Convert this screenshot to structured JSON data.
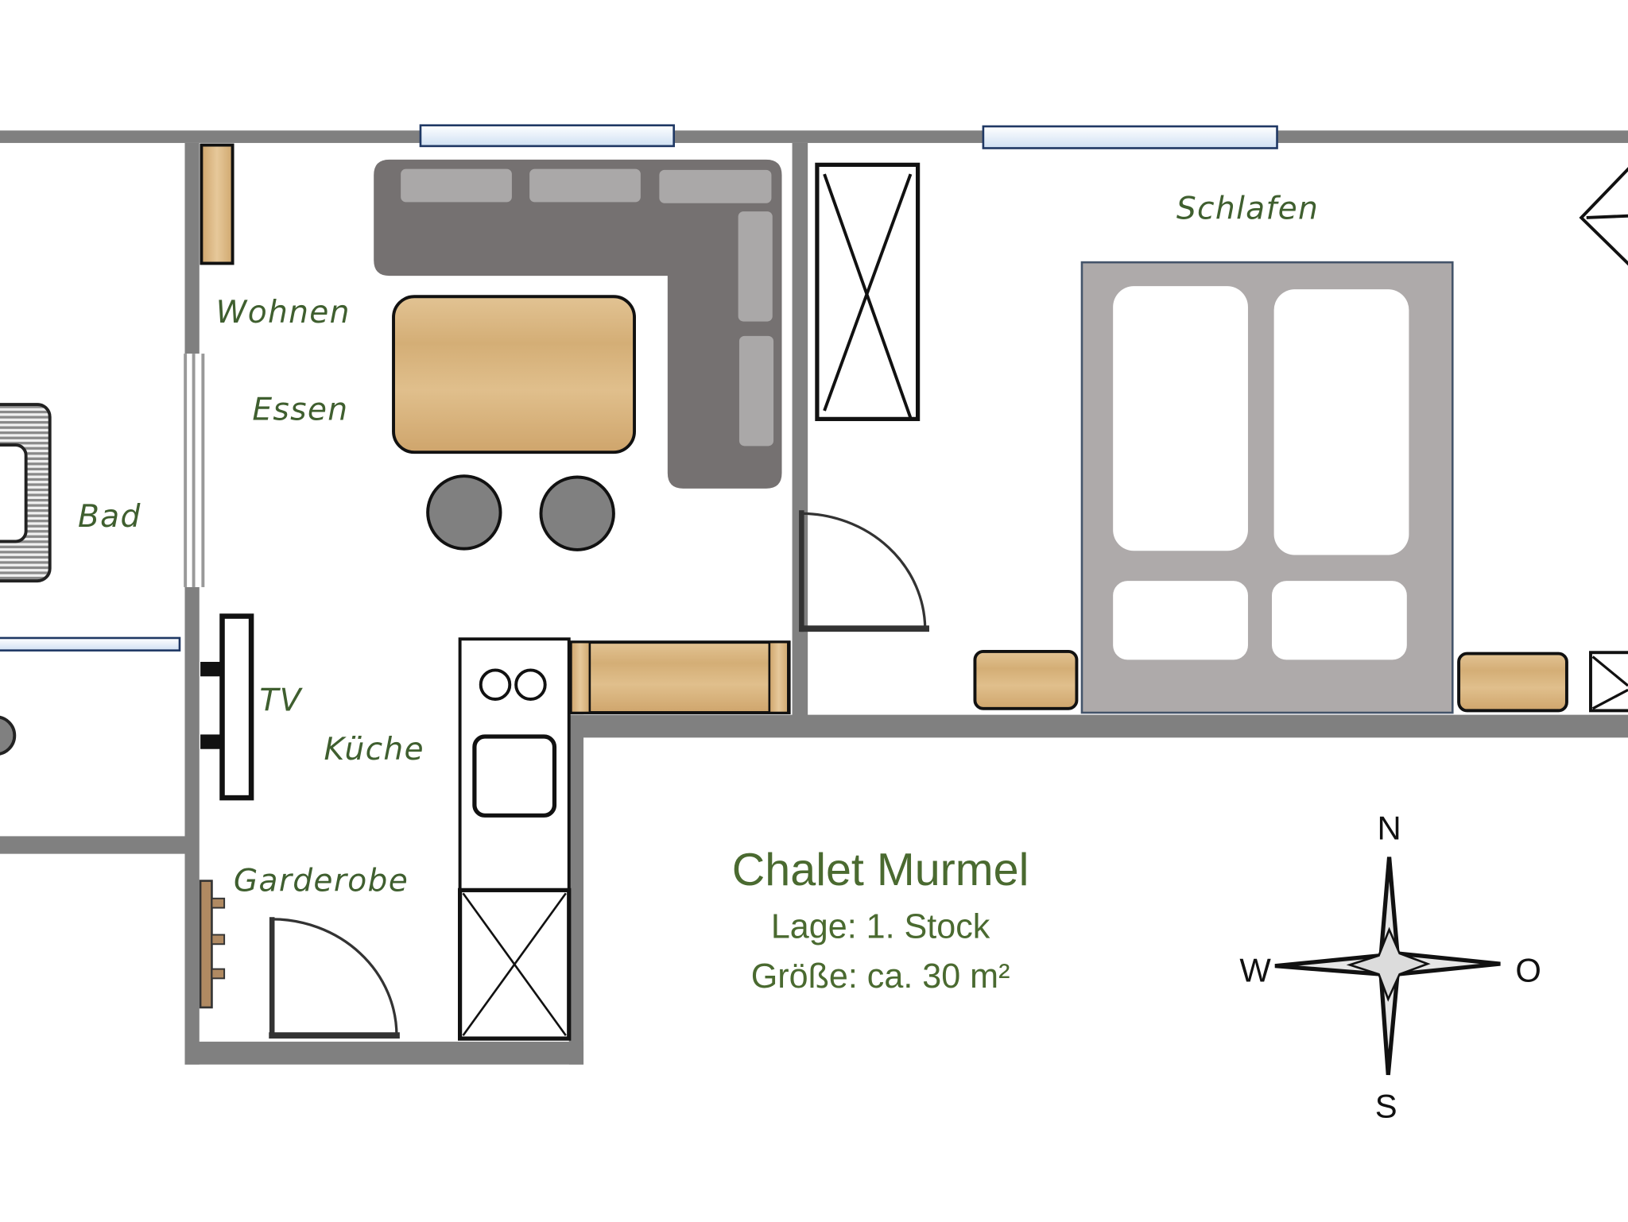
{
  "plan": {
    "title": "Chalet Murmel",
    "floor": "Lage: 1. Stock",
    "size": "Größe: ca. 30 m²"
  },
  "rooms": {
    "living": "Wohnen",
    "dining": "Essen",
    "bath": "Bad",
    "tv": "TV",
    "kitchen": "Küche",
    "wardrobe": "Garderobe",
    "bedroom": "Schlafen"
  },
  "compass": {
    "north": "N",
    "south": "S",
    "west": "W",
    "east": "O"
  },
  "colors": {
    "wall": "#808080",
    "sofa": "#757171",
    "cushion": "#aaa8a8",
    "bed": "#aeaaaa",
    "label": "#3f5f2f",
    "window": "#e4eef9",
    "window_border": "#1f3864",
    "wood": "#d8b47e"
  }
}
